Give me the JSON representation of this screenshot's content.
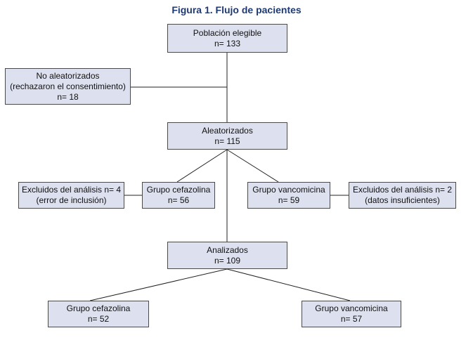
{
  "title": "Figura 1. Flujo de pacientes",
  "colors": {
    "box_fill": "#dde0ee",
    "box_border": "#4a4a4a",
    "title": "#1f3a73",
    "line": "#222222"
  },
  "nodes": {
    "poblacion": {
      "line1": "Población elegible",
      "line2": "n= 133"
    },
    "no_aleat": {
      "line1": "No aleatorizados",
      "line2": "(rechazaron el consentimiento)",
      "line3": "n= 18"
    },
    "aleat": {
      "line1": "Aleatorizados",
      "line2": "n= 115"
    },
    "excl_izq": {
      "line1": "Excluidos del análisis n= 4",
      "line2": "(error de inclusión)"
    },
    "cef1": {
      "line1": "Grupo cefazolina",
      "line2": "n= 56"
    },
    "vanc1": {
      "line1": "Grupo vancomicina",
      "line2": "n= 59"
    },
    "excl_der": {
      "line1": "Excluidos del análisis n= 2",
      "line2": "(datos insuficientes)"
    },
    "analizados": {
      "line1": "Analizados",
      "line2": "n= 109"
    },
    "cef2": {
      "line1": "Grupo cefazolina",
      "line2": "n= 52"
    },
    "vanc2": {
      "line1": "Grupo vancomicina",
      "line2": "n= 57"
    }
  }
}
